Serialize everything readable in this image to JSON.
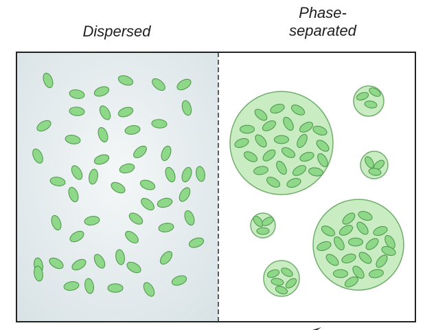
{
  "labels": {
    "dispersed": "Dispersed",
    "phase_line1": "Phase-",
    "phase_line2": "separated"
  },
  "colors": {
    "left_panel_bg": "#e3eaec",
    "right_panel_bg": "#ffffff",
    "frame": "#222222",
    "particle_fill": "#8fd88a",
    "particle_stroke": "#4f9a4c",
    "droplet_fill": "#c9ecc3",
    "droplet_stroke": "#6fae6a"
  },
  "icons": {
    "arrow": "arrow-right-icon"
  }
}
